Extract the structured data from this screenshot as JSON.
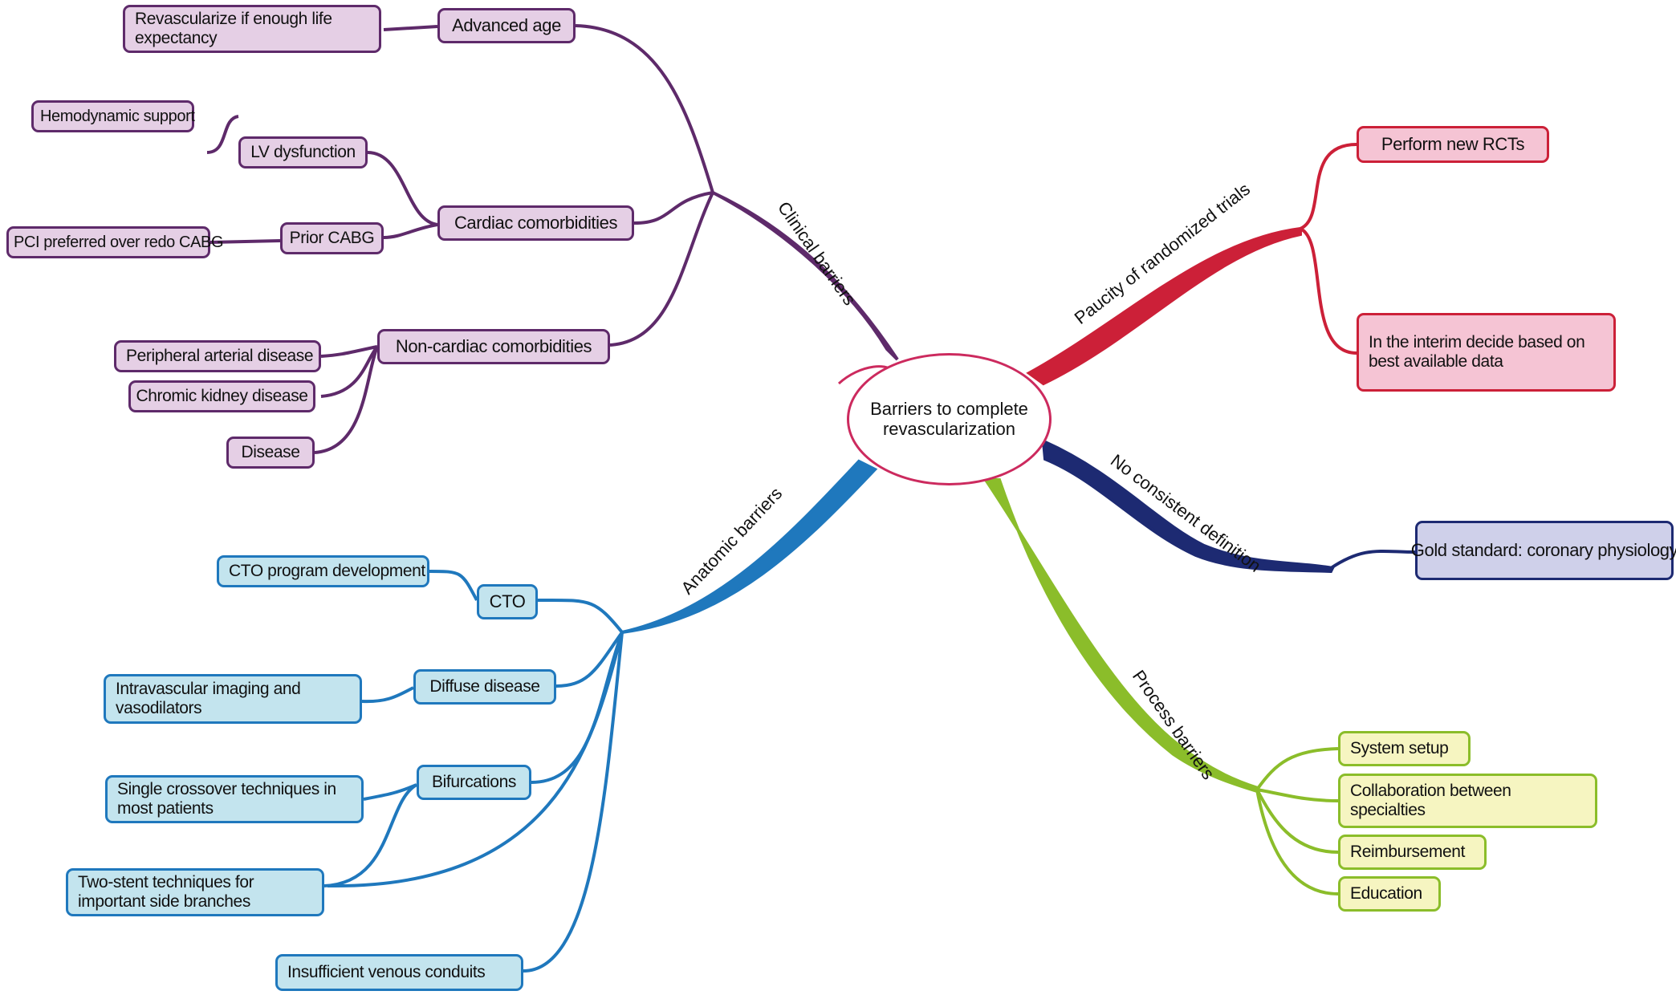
{
  "center": {
    "line1": "Barriers to complete",
    "line2": "revascularization"
  },
  "branches": {
    "clinical": "Clinical barriers",
    "paucity": "Paucity of randomized trials",
    "definition": "No consistent definition",
    "process": "Process barriers",
    "anatomic": "Anatomic barriers"
  },
  "nodes": {
    "advanced_age": "Advanced age",
    "revascularize_life": "Revascularize if enough life expectancy",
    "hemodynamic_support": "Hemodynamic support",
    "lv_dysfunction": "LV dysfunction",
    "cardiac_comorbidities": "Cardiac comorbidities",
    "prior_cabg": "Prior CABG",
    "pci_preferred": "PCI preferred over redo CABG",
    "noncardiac_comorbidities": "Non-cardiac comorbidities",
    "peripheral_arterial": "Peripheral arterial disease",
    "chromic_kidney": "Chromic kidney disease",
    "disease": "Disease",
    "perform_rcts": "Perform new RCTs",
    "interim_decide": "In the interim decide based on best available data",
    "gold_standard": "Gold standard: coronary physiology",
    "cto_program": "CTO program development",
    "cto": "CTO",
    "diffuse_disease": "Diffuse disease",
    "intravascular_imaging": "Intravascular imaging and vasodilators",
    "bifurcations": "Bifurcations",
    "single_crossover": "Single crossover techniques in most patients",
    "two_stent": "Two-stent techniques for important side branches",
    "insufficient_venous": "Insufficient venous conduits",
    "system_setup": "System setup",
    "collaboration": "Collaboration between specialties",
    "reimbursement": "Reimbursement",
    "education": "Education"
  },
  "colors": {
    "clinical": "#5e2a6a",
    "paucity": "#cc2038",
    "definition": "#1d2a72",
    "anatomic": "#1f78bd",
    "process": "#8bbd2a",
    "center_border": "#cc2a5e"
  }
}
